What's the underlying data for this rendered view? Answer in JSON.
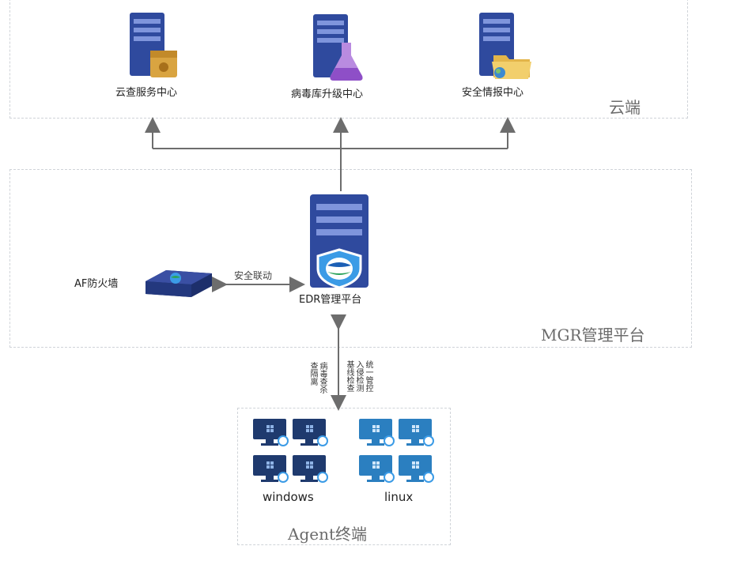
{
  "zones": {
    "cloud": {
      "label": "云端"
    },
    "mgr": {
      "label": "MGR管理平台"
    },
    "agent": {
      "label": "Agent终端"
    }
  },
  "cloud_nodes": [
    {
      "label": "云查服务中心",
      "icon": "server-box-icon"
    },
    {
      "label": "病毒库升级中心",
      "icon": "server-flask-icon"
    },
    {
      "label": "安全情报中心",
      "icon": "server-folder-icon"
    }
  ],
  "edr": {
    "label": "EDR管理平台",
    "icon": "server-shield-icon"
  },
  "firewall": {
    "label": "AF防火墙",
    "icon": "firewall-appliance-icon"
  },
  "links": {
    "af_edr": "安全联动",
    "agent_left_lines": [
      "查隔离",
      "病毒查杀"
    ],
    "agent_right_lines": [
      "基线检查",
      "入侵检测",
      "统一管控"
    ]
  },
  "agents": {
    "windows_label": "windows",
    "linux_label": "linux"
  },
  "colors": {
    "server_body": "#2f4a9e",
    "server_panel": "#5a73c8",
    "arrow": "#6d6d6d",
    "windows_monitor": "#1f3a6e",
    "linux_monitor": "#2b7fc0"
  }
}
